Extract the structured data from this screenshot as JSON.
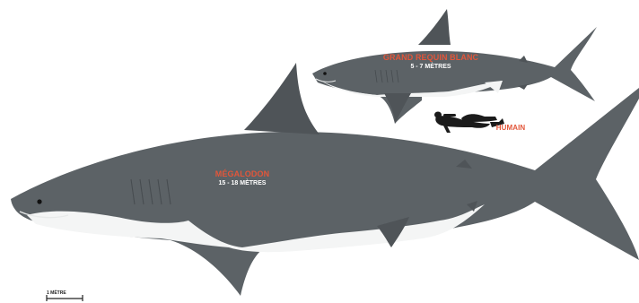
{
  "colors": {
    "shark_body": "#5c6266",
    "shark_dark": "#4a4f53",
    "belly": "#f4f5f5",
    "label_accent": "#e2563a",
    "human": "#1b1b1b"
  },
  "labels": {
    "megalodon": {
      "name": "MÉGALODON",
      "size": "15 - 18 MÈTRES"
    },
    "great_white": {
      "name": "GRAND REQUIN BLANC",
      "size": "5 - 7 MÈTRES"
    },
    "human": {
      "name": "HUMAIN"
    }
  },
  "scale_bar": {
    "label": "1 MÈTRE"
  }
}
